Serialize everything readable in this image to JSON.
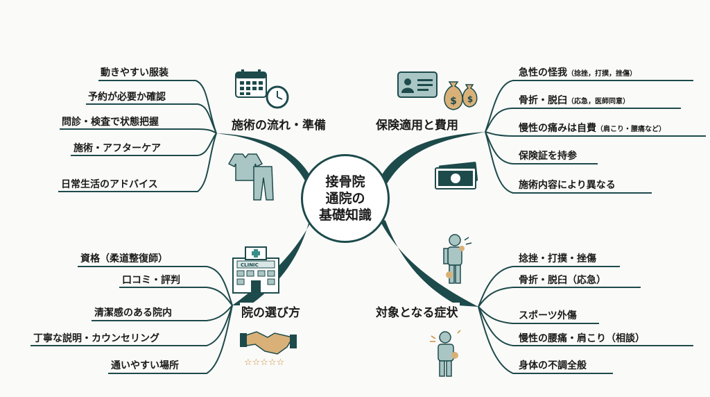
{
  "center": {
    "line1": "接骨院",
    "line2": "通院の",
    "line3": "基礎知識"
  },
  "branches": {
    "top_left": {
      "title": "施術の流れ・準備",
      "items": [
        "動きやすい服装",
        "予約が必要か確認",
        "問診・検査で状態把握",
        "施術・アフターケア",
        "日常生活のアドバイス"
      ]
    },
    "top_right": {
      "title": "保険適用と費用",
      "items": [
        {
          "main": "急性の怪我",
          "note": "（捻挫，打撲，挫傷）"
        },
        {
          "main": "骨折・脱臼",
          "note": "（応急，医師同意）"
        },
        {
          "main": "慢性の痛みは自費",
          "note": "（肩こり・腰痛など）"
        },
        {
          "main": "保険証を持参",
          "note": ""
        },
        {
          "main": "施術内容により異なる",
          "note": ""
        }
      ]
    },
    "bottom_left": {
      "title": "院の選び方",
      "items": [
        "資格（柔道整復師）",
        "口コミ・評判",
        "清潔感のある院内",
        "丁寧な説明・カウンセリング",
        "通いやすい場所"
      ]
    },
    "bottom_right": {
      "title": "対象となる症状",
      "items": [
        "捻挫・打撲・挫傷",
        "骨折・脱臼（応急）",
        "スポーツ外傷",
        "慢性の腰痛・肩こり（相談）",
        "身体の不調全般"
      ]
    }
  },
  "icons": {
    "calendar_label": "calendar-icon",
    "clock_label": "clock-icon",
    "clothes_label": "clothes-icon",
    "id_card_label": "id-card-icon",
    "money_bags_label": "money-bag-icon",
    "banknote_label": "banknote-icon",
    "clinic_label": "CLINIC",
    "handshake_label": "handshake-icon",
    "stars": "☆☆☆☆☆",
    "patient_label": "patient-pain-icon"
  },
  "colors": {
    "line": "#1d4a4b",
    "teal_fill": "#a9c6c4",
    "gold": "#c98d3c",
    "red_cross": "#3b8f8a"
  }
}
